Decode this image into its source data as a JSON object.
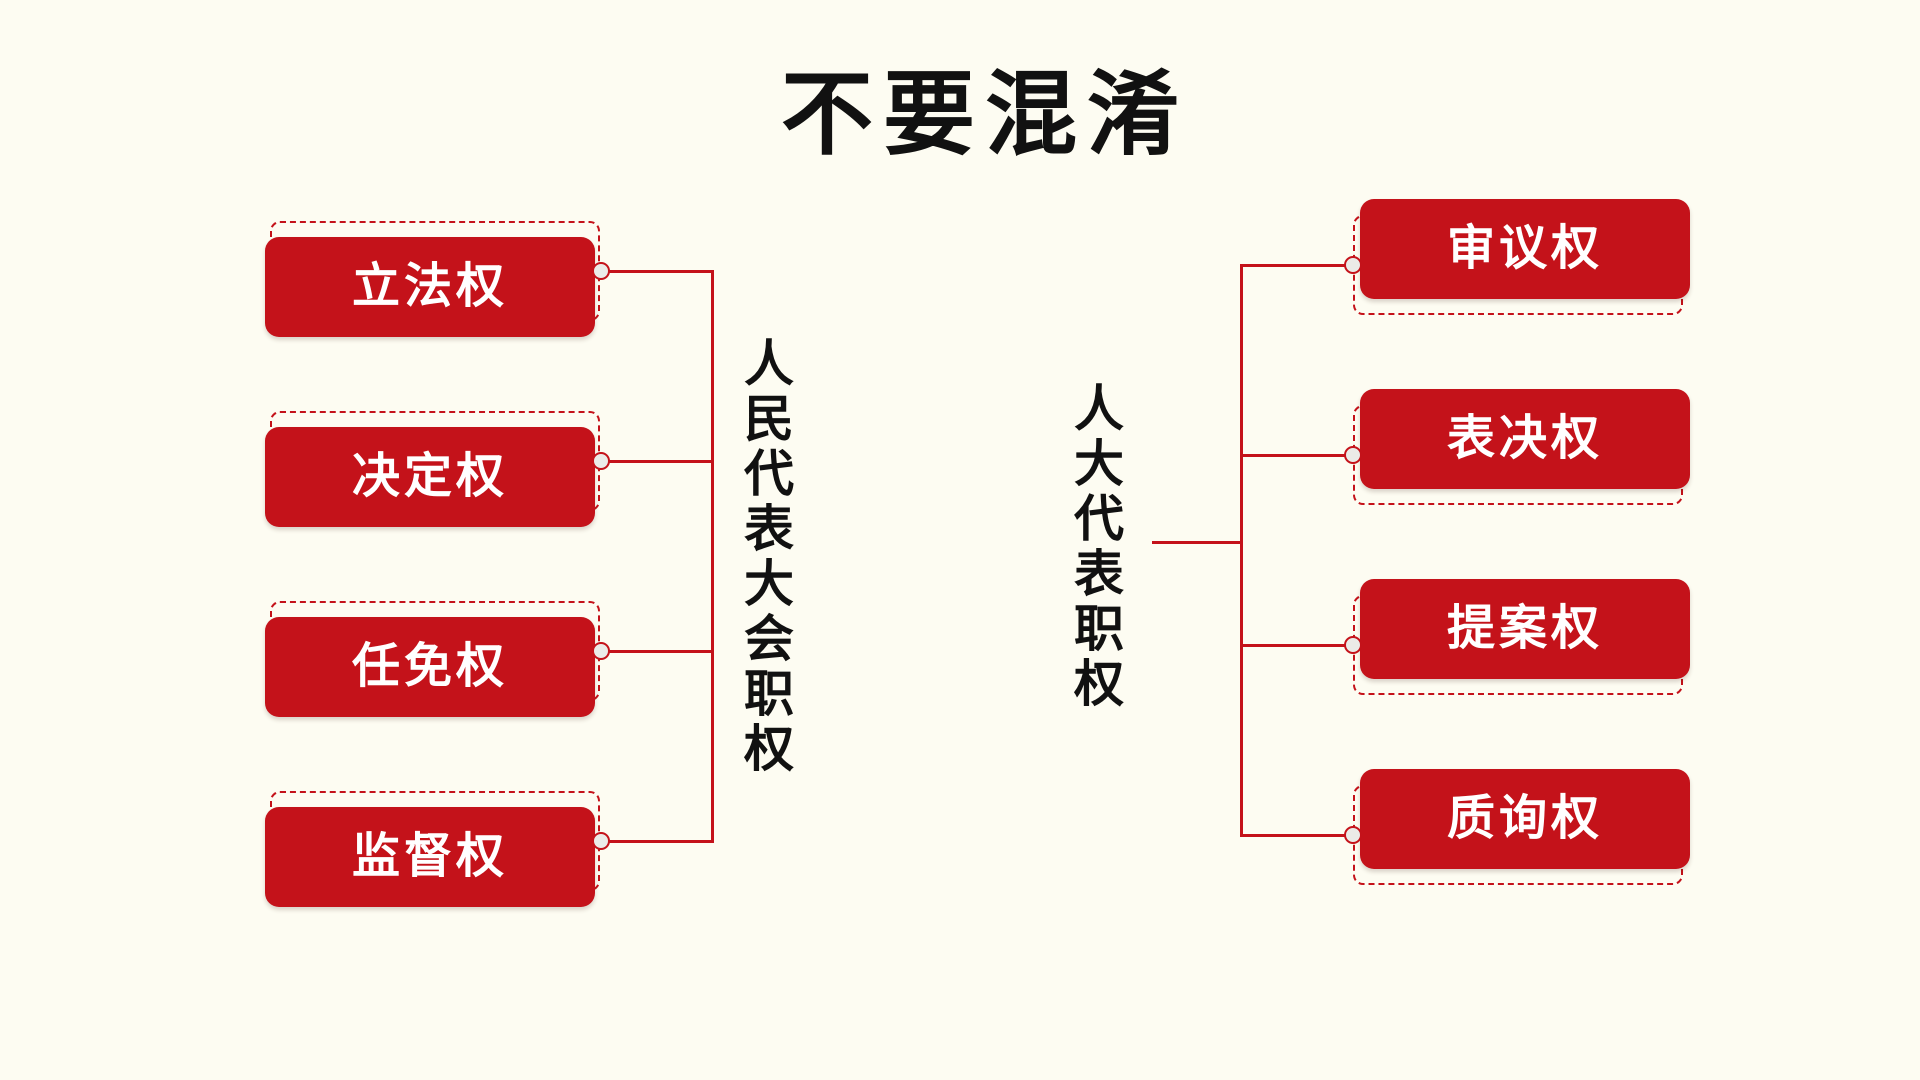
{
  "title": "不要混淆",
  "colors": {
    "background": "#fdfcf2",
    "accent_red": "#c4121a",
    "title_black": "#111111",
    "box_text_white": "#ffffff",
    "node_fill": "#ebebe8"
  },
  "left_group": {
    "label": "人民代表大会职权",
    "items": [
      {
        "label": "立法权"
      },
      {
        "label": "决定权"
      },
      {
        "label": "任免权"
      },
      {
        "label": "监督权"
      }
    ]
  },
  "right_group": {
    "label": "人大代表职权",
    "items": [
      {
        "label": "审议权"
      },
      {
        "label": "表决权"
      },
      {
        "label": "提案权"
      },
      {
        "label": "质询权"
      }
    ]
  }
}
